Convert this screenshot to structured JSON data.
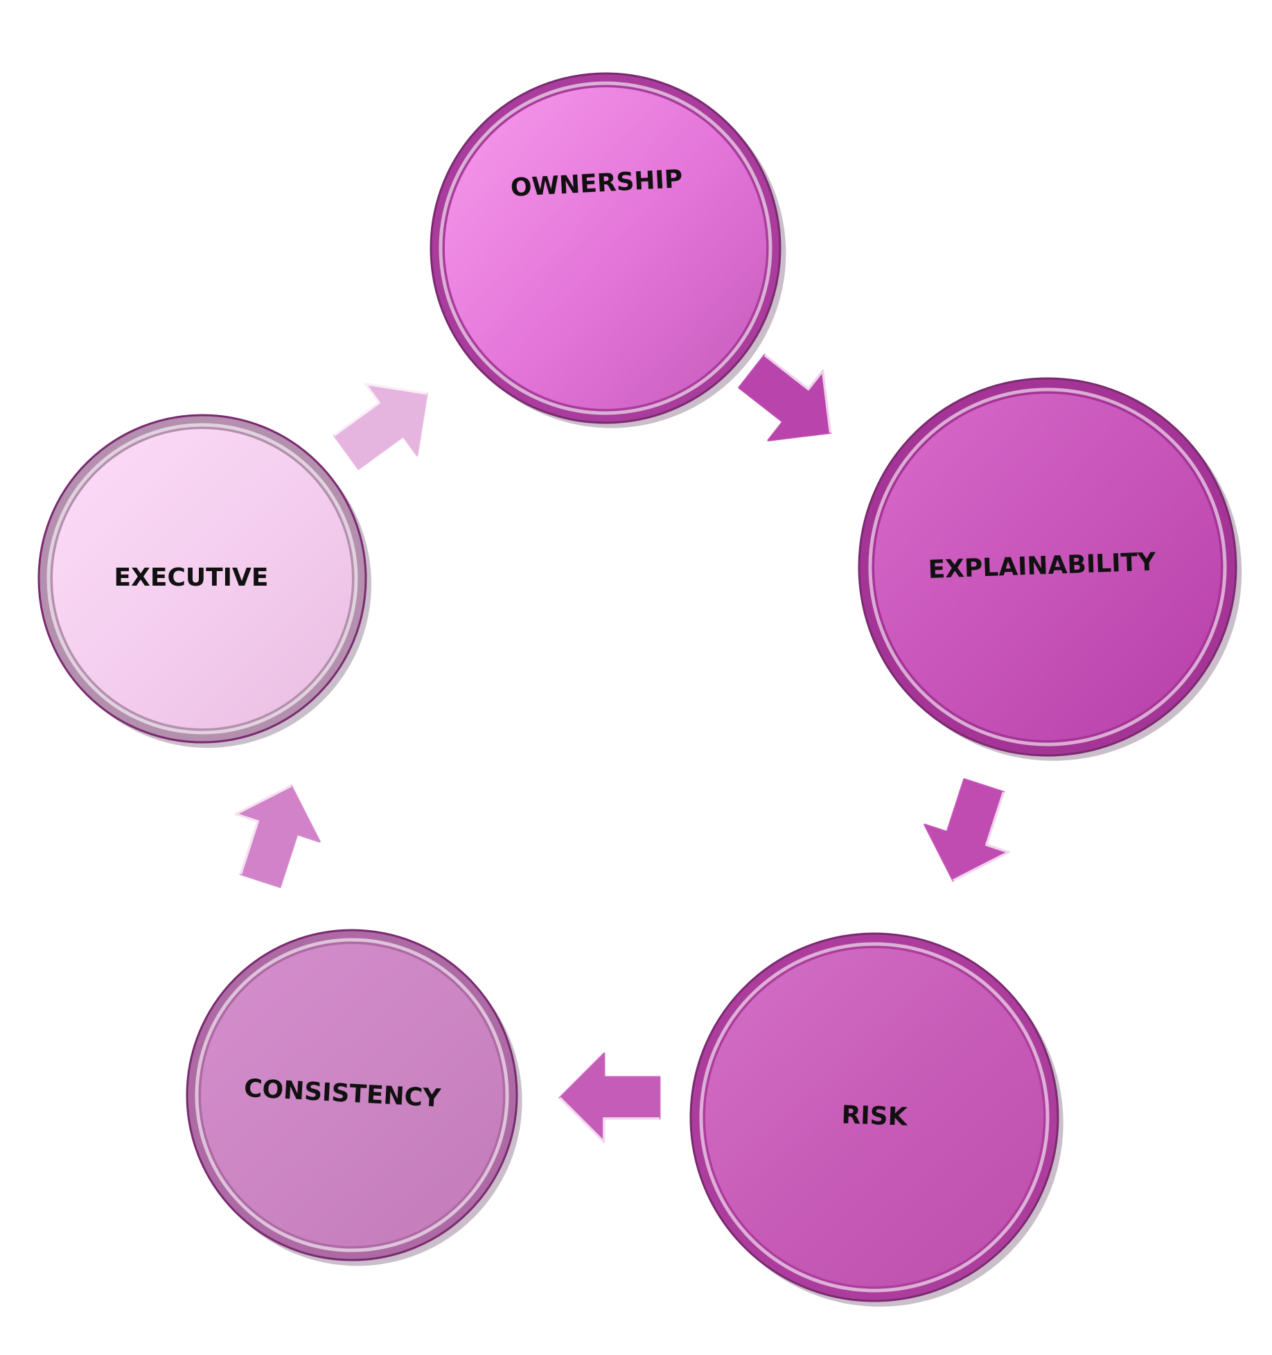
{
  "diagram": {
    "type": "cycle",
    "direction": "clockwise",
    "nodes": [
      {
        "id": "ownership",
        "label": "OWNERSHIP",
        "color": "#E374D8",
        "color_light": "#F79BEC",
        "color_dark": "#C55BBA",
        "rim_color": "#A93C9C"
      },
      {
        "id": "explainability",
        "label": "EXPLAINABILITY",
        "color": "#C653B8",
        "color_light": "#D96ACB",
        "color_dark": "#B63FA8",
        "rim_color": "#A53497"
      },
      {
        "id": "risk",
        "label": "RISK",
        "color": "#C65AB6",
        "color_light": "#D470C6",
        "color_dark": "#BC4FAC",
        "rim_color": "#AD3D9D"
      },
      {
        "id": "consistency",
        "label": "CONSISTENCY",
        "color": "#CC85C3",
        "color_light": "#D58ECD",
        "color_dark": "#C27AB8",
        "rim_color": "#AE6AA5"
      },
      {
        "id": "executive",
        "label": "EXECUTIVE",
        "color": "#F4CDEE",
        "color_light": "#FCDDF8",
        "color_dark": "#E8BDE1",
        "rim_color": "#B48FAE"
      }
    ],
    "arrows": [
      {
        "from": "ownership",
        "to": "explainability",
        "color": "#B844AC"
      },
      {
        "from": "explainability",
        "to": "risk",
        "color": "#C04CB2"
      },
      {
        "from": "risk",
        "to": "consistency",
        "color": "#C45CB8"
      },
      {
        "from": "consistency",
        "to": "executive",
        "color": "#D282C8"
      },
      {
        "from": "executive",
        "to": "ownership",
        "color": "#E5B4DF"
      }
    ]
  }
}
